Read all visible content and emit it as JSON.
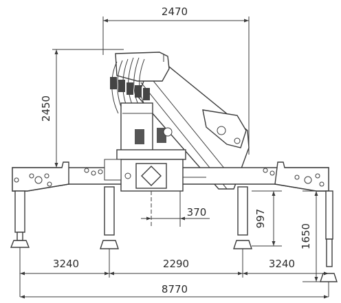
{
  "dimensions": {
    "crane_width": "2470",
    "crane_height": "2450",
    "column_offset": "370",
    "leg_height": "997",
    "stabilizer_height": "1650",
    "left_span": "3240",
    "center_span": "2290",
    "right_span": "3240",
    "total_span": "8770"
  }
}
